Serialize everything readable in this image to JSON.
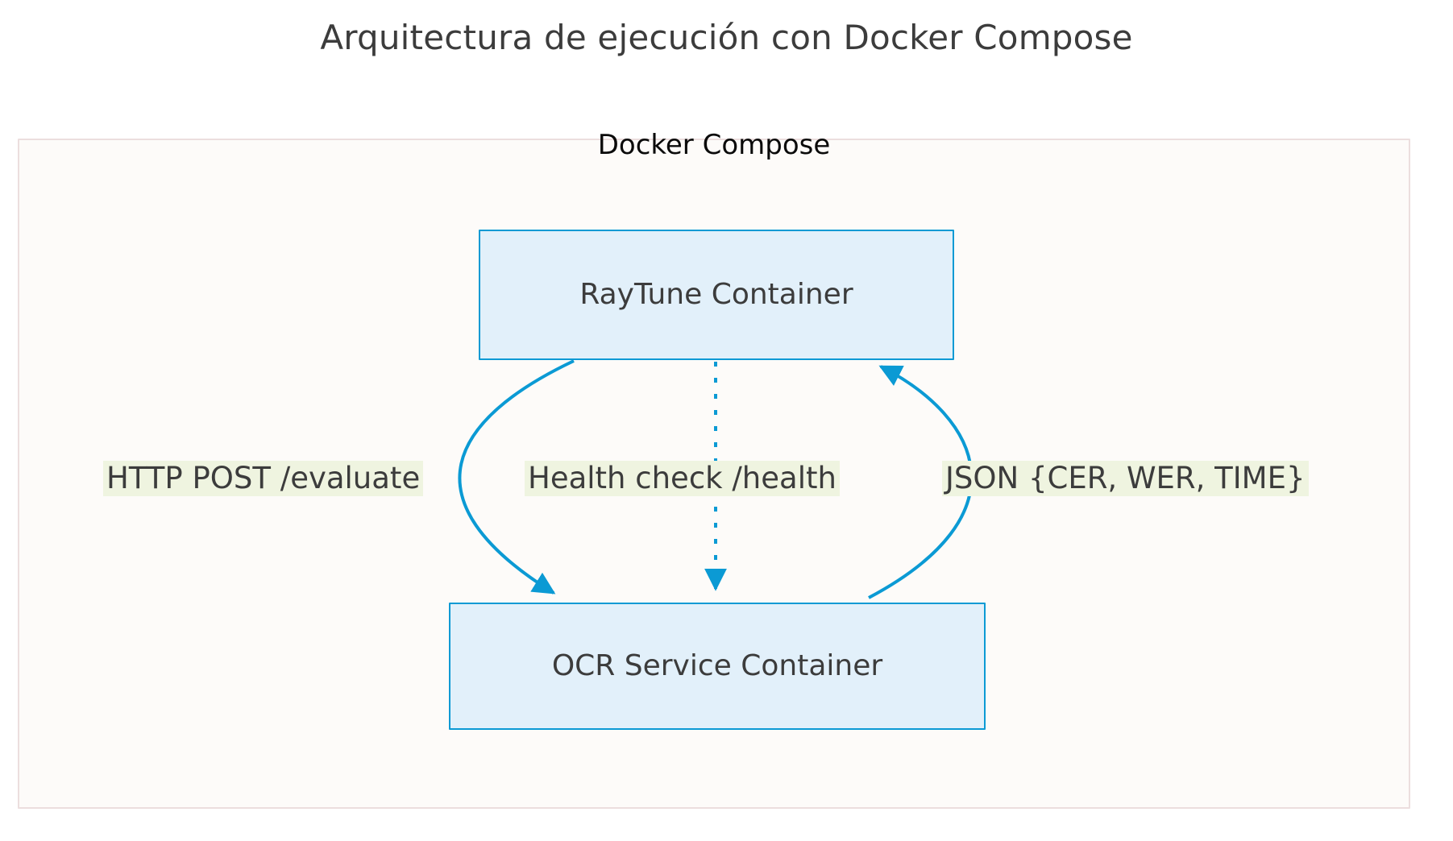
{
  "title": "Arquitectura de ejecución con Docker Compose",
  "cluster": {
    "label": "Docker Compose"
  },
  "nodes": [
    {
      "id": "raytune",
      "label": "RayTune Container"
    },
    {
      "id": "ocr",
      "label": "OCR Service Container"
    }
  ],
  "edges": [
    {
      "id": "http-post",
      "label": "HTTP POST /evaluate",
      "from": "raytune",
      "to": "ocr",
      "style": "solid-curved-left"
    },
    {
      "id": "health-check",
      "label": "Health check /health",
      "from": "raytune",
      "to": "ocr",
      "style": "dotted-straight"
    },
    {
      "id": "json-result",
      "label": "JSON {CER, WER, TIME}",
      "from": "ocr",
      "to": "raytune",
      "style": "solid-curved-right"
    }
  ],
  "colors": {
    "page_background": "#ffffff",
    "title_text": "#3c3c3c",
    "cluster_fill": "#fdfbf9",
    "cluster_stroke": "#ecdede",
    "cluster_label_text": "#0b0b0b",
    "node_fill": "#e2f0fa",
    "node_stroke": "#0b9ad4",
    "node_label_text": "#3c3c3c",
    "edge_stroke": "#0b9ad4",
    "edge_label_fill": "#eff4e0",
    "edge_label_text": "#3c3c3c"
  }
}
